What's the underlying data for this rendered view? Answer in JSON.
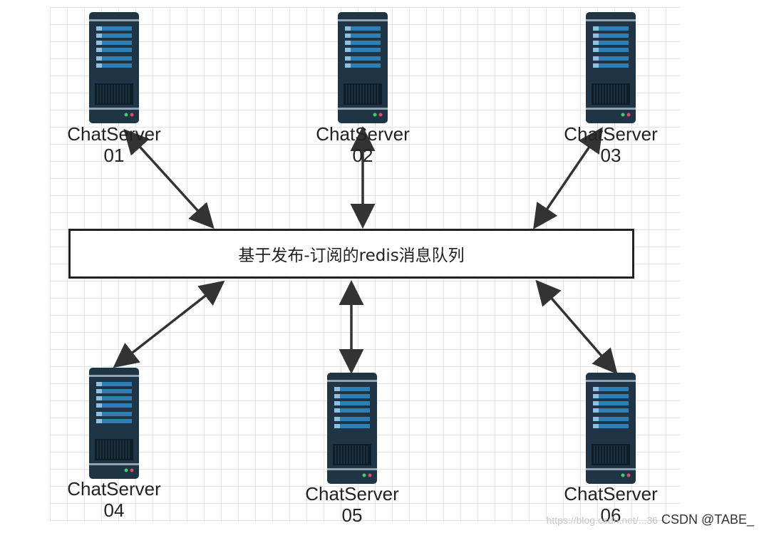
{
  "queue": {
    "label": "基于发布-订阅的redis消息队列"
  },
  "servers": [
    {
      "name": "ChatServer",
      "num": "01"
    },
    {
      "name": "ChatServer",
      "num": "02"
    },
    {
      "name": "ChatServer",
      "num": "03"
    },
    {
      "name": "ChatServer",
      "num": "04"
    },
    {
      "name": "ChatServer",
      "num": "05"
    },
    {
      "name": "ChatServer",
      "num": "06"
    }
  ],
  "icons": {
    "server": "server-rack-icon"
  },
  "colors": {
    "server_body": "#1f3444",
    "server_stripe": "#2f7fb5",
    "arrow": "#333333",
    "grid": "#e6e6e6"
  },
  "watermark": {
    "text": "CSDN @TABE_",
    "faint": "https://blog.csdn.net/...36"
  }
}
